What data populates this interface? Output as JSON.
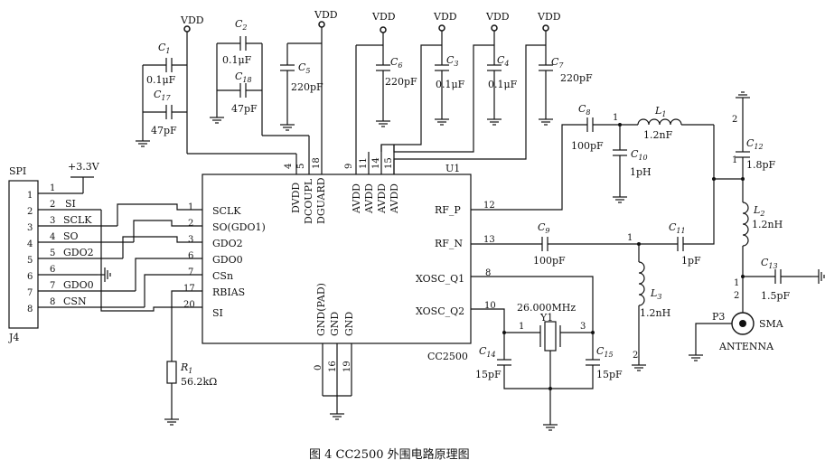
{
  "caption": "图 4   CC2500 外围电路原理图",
  "supply": "VDD",
  "ic": {
    "ref": "U1",
    "part": "CC2500",
    "left_pins": [
      {
        "num": "1",
        "name": "SCLK"
      },
      {
        "num": "2",
        "name": "SO(GDO1)"
      },
      {
        "num": "3",
        "name": "GDO2"
      },
      {
        "num": "6",
        "name": "GDO0"
      },
      {
        "num": "7",
        "name": "CSn"
      },
      {
        "num": "17",
        "name": "RBIAS"
      },
      {
        "num": "20",
        "name": "SI"
      }
    ],
    "top_pins": [
      {
        "num": "4",
        "name": "DVDD"
      },
      {
        "num": "5",
        "name": "DCOUPL"
      },
      {
        "num": "18",
        "name": "DGUARD"
      },
      {
        "num": "9",
        "name": "AVDD"
      },
      {
        "num": "11",
        "name": "AVDD"
      },
      {
        "num": "14",
        "name": "AVDD"
      },
      {
        "num": "15",
        "name": "AVDD"
      }
    ],
    "right_pins": [
      {
        "num": "12",
        "name": "RF_P"
      },
      {
        "num": "13",
        "name": "RF_N"
      },
      {
        "num": "8",
        "name": "XOSC_Q1"
      },
      {
        "num": "10",
        "name": "XOSC_Q2"
      }
    ],
    "bottom_pins": [
      {
        "num": "0",
        "name": "GND(PAD)"
      },
      {
        "num": "16",
        "name": "GND"
      },
      {
        "num": "19",
        "name": "GND"
      }
    ]
  },
  "connector": {
    "ref": "J4",
    "title": "SPI",
    "supply": "+3.3V",
    "pins": [
      {
        "num": "1",
        "net_num": "1",
        "net": ""
      },
      {
        "num": "2",
        "net_num": "2",
        "net": "SI"
      },
      {
        "num": "3",
        "net_num": "3",
        "net": "SCLK"
      },
      {
        "num": "4",
        "net_num": "4",
        "net": "SO"
      },
      {
        "num": "5",
        "net_num": "5",
        "net": "GDO2"
      },
      {
        "num": "6",
        "net_num": "6",
        "net": ""
      },
      {
        "num": "7",
        "net_num": "7",
        "net": "GDO0"
      },
      {
        "num": "8",
        "net_num": "8",
        "net": "CSN"
      }
    ]
  },
  "components": {
    "C1": {
      "letter": "C",
      "sub": "1",
      "value": "0.1μF"
    },
    "C17": {
      "letter": "C",
      "sub": "17",
      "value": "47pF"
    },
    "C2": {
      "letter": "C",
      "sub": "2",
      "value": "0.1μF"
    },
    "C18": {
      "letter": "C",
      "sub": "18",
      "value": "47pF"
    },
    "C5": {
      "letter": "C",
      "sub": "5",
      "value": "220pF"
    },
    "C6": {
      "letter": "C",
      "sub": "6",
      "value": "220pF"
    },
    "C3": {
      "letter": "C",
      "sub": "3",
      "value": "0.1μF"
    },
    "C4": {
      "letter": "C",
      "sub": "4",
      "value": "0.1μF"
    },
    "C7": {
      "letter": "C",
      "sub": "7",
      "value": "220pF"
    },
    "C8": {
      "letter": "C",
      "sub": "8",
      "value": "100pF"
    },
    "L1": {
      "letter": "L",
      "sub": "1",
      "value": "1.2nF"
    },
    "C10": {
      "letter": "C",
      "sub": "10",
      "value": "1pH"
    },
    "C9": {
      "letter": "C",
      "sub": "9",
      "value": "100pF"
    },
    "C11": {
      "letter": "C",
      "sub": "11",
      "value": "1pF"
    },
    "L3": {
      "letter": "L",
      "sub": "3",
      "value": "1.2nH"
    },
    "C12": {
      "letter": "C",
      "sub": "12",
      "value": "1.8pF"
    },
    "L2": {
      "letter": "L",
      "sub": "2",
      "value": "1.2nH"
    },
    "C13": {
      "letter": "C",
      "sub": "13",
      "value": "1.5pF"
    },
    "R1": {
      "letter": "R",
      "sub": "1",
      "value": "56.2kΩ"
    },
    "Y1": {
      "ref": "Y1",
      "value": "26.000MHz"
    },
    "C14": {
      "letter": "C",
      "sub": "14",
      "value": "15pF"
    },
    "C15": {
      "letter": "C",
      "sub": "15",
      "value": "15pF"
    }
  },
  "antenna": {
    "ref": "P3",
    "type": "SMA",
    "label": "ANTENNA"
  },
  "node_numbers": {
    "n1": "1",
    "n2": "2"
  }
}
